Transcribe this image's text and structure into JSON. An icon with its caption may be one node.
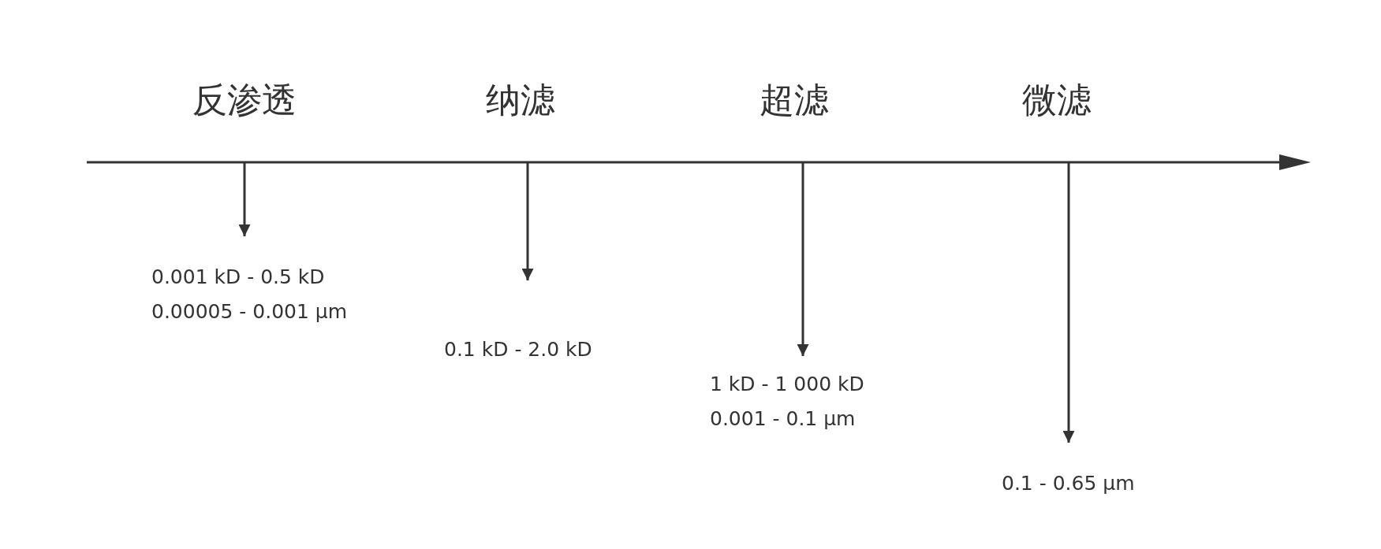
{
  "diagram": {
    "nodes": [
      {
        "text": [
          "0.001 kD - 0.5 kD",
          "0.00005 - 0.001 µm"
        ]
      },
      {
        "text": [
          "0.1 kD - 2.0 kD"
        ]
      },
      {
        "text": [
          "1 kD - 1 000 kD",
          "0.001 - 0.1 µm"
        ]
      },
      {
        "text": [
          "0.1 - 0.65 µm"
        ]
      }
    ],
    "edges": [
      {
        "from": null,
        "to": 0,
        "arrow": "to"
      },
      {
        "from": null,
        "to": 1,
        "arrow": "to"
      },
      {
        "from": null,
        "to": 2,
        "arrow": "to"
      },
      {
        "from": null,
        "to": 3,
        "arrow": "to"
      }
    ],
    "labels": [
      "反渗透",
      "纳滤",
      "超滤",
      "微滤"
    ]
  }
}
